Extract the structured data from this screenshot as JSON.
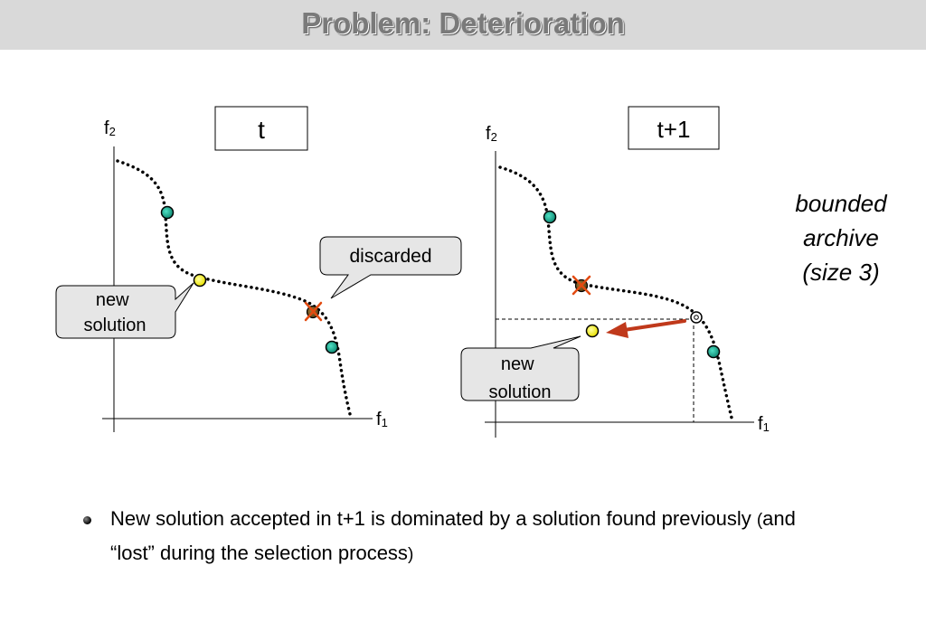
{
  "slide": {
    "title": "Problem: Deterioration"
  },
  "panel_left": {
    "time_label": "t",
    "axis_y": "f",
    "axis_y_sub": "2",
    "axis_x": "f",
    "axis_x_sub": "1",
    "callout_new": [
      "new",
      "solution"
    ],
    "callout_discarded": "discarded"
  },
  "panel_right": {
    "time_label": "t+1",
    "axis_y": "f",
    "axis_y_sub": "2",
    "axis_x": "f",
    "axis_x_sub": "1",
    "callout_new": [
      "new",
      "solution"
    ]
  },
  "side_note": [
    "bounded",
    "archive",
    "(size 3)"
  ],
  "bullet": {
    "text_a": "New solution accepted in ",
    "text_b": "t+1",
    "text_c": " is dominated by a solution found previously ",
    "text_d": "(",
    "text_e": "and “lost” during the selection process",
    "text_f": ")"
  },
  "colors": {
    "archive_point": "#1aa890",
    "new_point": "#ffff00",
    "discard_cross": "#e24a10",
    "arrow": "#c0391b",
    "title_bar": "#d9d9d9",
    "callout_fill": "#e6e6e6"
  }
}
